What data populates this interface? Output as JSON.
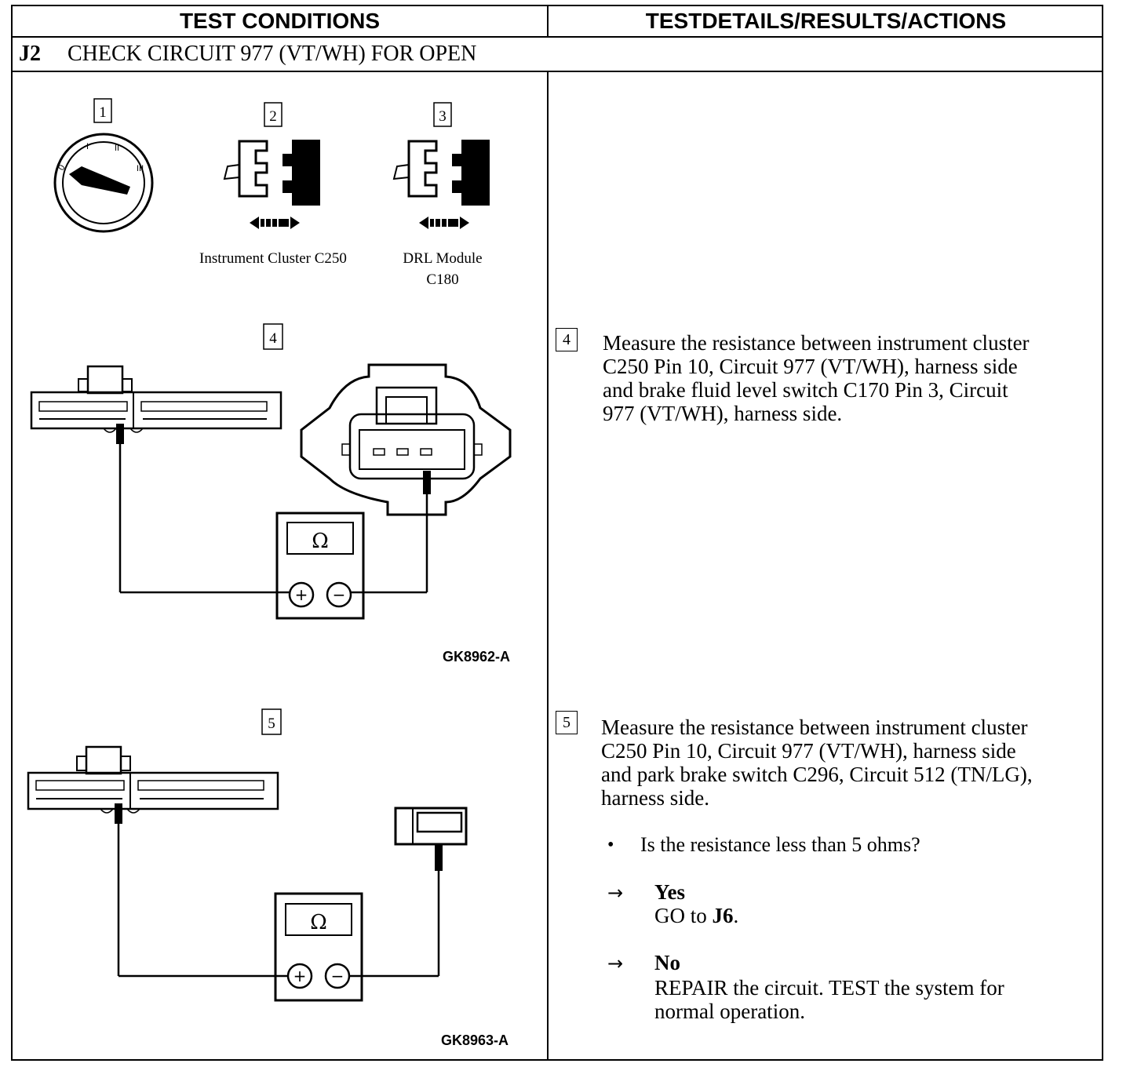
{
  "header": {
    "left": "TEST CONDITIONS",
    "right": "TESTDETAILS/RESULTS/ACTIONS"
  },
  "step": {
    "id": "J2",
    "title": "CHECK CIRCUIT 977 (VT/WH) FOR OPEN"
  },
  "figures": {
    "icons": [
      "1",
      "2",
      "3"
    ],
    "label_2": "Instrument Cluster C250",
    "label_3_line1": "DRL Module",
    "label_3_line2": "C180",
    "fig4_num": "4",
    "fig4_id": "GK8962-A",
    "fig5_num": "5",
    "fig5_id": "GK8963-A",
    "ohm_symbol": "Ω",
    "plus": "+",
    "minus": "−"
  },
  "details": {
    "step4_num": "4",
    "step4_lines": [
      "Measure the resistance between instrument cluster",
      "C250 Pin 10, Circuit 977 (VT/WH), harness side",
      "and brake fluid level switch C170 Pin 3, Circuit",
      "977 (VT/WH), harness side."
    ],
    "step5_num": "5",
    "step5_lines": [
      "Measure the resistance between instrument cluster",
      "C250 Pin 10, Circuit 977 (VT/WH), harness side",
      "and park brake switch C296, Circuit 512 (TN/LG),",
      "harness side."
    ],
    "bullet": "•",
    "question": "Is the resistance less than 5 ohms?",
    "arrow": "→",
    "yes_label": "Yes",
    "yes_action_prefix": "GO to ",
    "yes_action_target": "J6",
    "yes_action_suffix": ".",
    "no_label": "No",
    "no_action_line1": "REPAIR the circuit. TEST the system for",
    "no_action_line2": "normal operation."
  }
}
